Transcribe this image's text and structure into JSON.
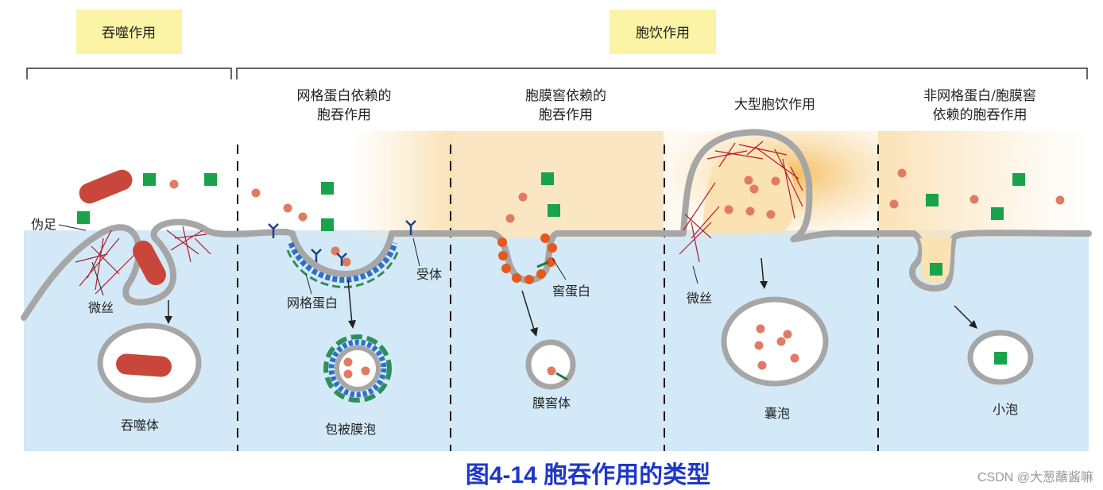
{
  "top_labels": {
    "phagocytosis": "吞噬作用",
    "pinocytosis": "胞饮作用"
  },
  "panel_titles": {
    "clathrin": [
      "网格蛋白依赖的",
      "胞吞作用"
    ],
    "caveolae": [
      "胞膜窖依赖的",
      "胞吞作用"
    ],
    "macro": [
      "大型胞饮作用"
    ],
    "independent": [
      "非网格蛋白/胞膜窖",
      "依赖的胞吞作用"
    ]
  },
  "labels": {
    "pseudopod": "伪足",
    "microfilament_1": "微丝",
    "phagosome": "吞噬体",
    "receptor": "受体",
    "clathrin": "网格蛋白",
    "coated_vesicle": "包被膜泡",
    "caveolin": "窖蛋白",
    "caveosome": "膜窖体",
    "microfilament_2": "微丝",
    "macropinosome": "囊泡",
    "vesicle": "小泡"
  },
  "caption": "图4-14 胞吞作用的类型",
  "watermark": "CSDN @大葱蘸酱嘛",
  "colors": {
    "cytoplasm": "#d3e9f7",
    "membrane": "#a6a6a6",
    "tag_bg": "#fbf3a5",
    "bacterium": "#c8473a",
    "particle": "#e07b62",
    "cargo": "#19a34a",
    "receptor": "#1f3f8f",
    "clathrin_coat": "#2f6fc8",
    "caveolin": "#e7581d",
    "actin": "#b21e2e",
    "macro_glow": "#f5c46e",
    "caption": "#1f37c8",
    "watermark": "#9a9a9a"
  }
}
